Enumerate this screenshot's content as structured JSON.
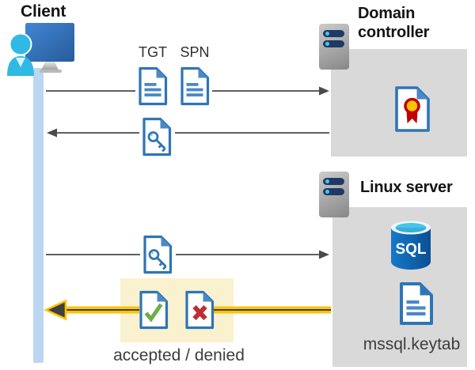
{
  "client": {
    "label": "Client"
  },
  "domain_controller": {
    "label": "Domain controller"
  },
  "linux_server": {
    "label": "Linux server",
    "sql_badge": "SQL",
    "keytab_label": "mssql.keytab"
  },
  "messages": {
    "tgt_label": "TGT",
    "spn_label": "SPN",
    "result_label": "accepted / denied"
  },
  "flows": [
    {
      "from": "client",
      "to": "domain_controller",
      "carries": [
        "TGT",
        "SPN"
      ],
      "highlighted": false
    },
    {
      "from": "domain_controller",
      "to": "client",
      "carries": [
        "service-ticket-key"
      ],
      "highlighted": false
    },
    {
      "from": "client",
      "to": "linux_server",
      "carries": [
        "service-ticket-key"
      ],
      "highlighted": false
    },
    {
      "from": "linux_server",
      "to": "client",
      "carries": [
        "accepted / denied"
      ],
      "highlighted": true
    }
  ],
  "icons": [
    "client-workstation-icon",
    "server-rack-icon",
    "document-icon",
    "key-ticket-icon",
    "certificate-icon",
    "sql-database-icon",
    "check-document-icon",
    "x-document-icon",
    "keytab-document-icon"
  ],
  "colors": {
    "doc_blue": "#2e75b6",
    "doc_fill_blue": "#4a89c8",
    "lifeline_blue": "#bcd6f1",
    "box_gray": "#d9d9d9",
    "highlight_yellow": "#faf2ce",
    "arrow_gray": "#4a4a4a",
    "arrow_yellow": "#ffc400",
    "check_green": "#6cae44",
    "cross_red": "#be2e35",
    "cyan_accent": "#46c7ea",
    "server_slot_navy": "#1d3a66",
    "sql_blue": "#1269be",
    "cert_red": "#c00000",
    "cert_yellow": "#ffc400"
  }
}
